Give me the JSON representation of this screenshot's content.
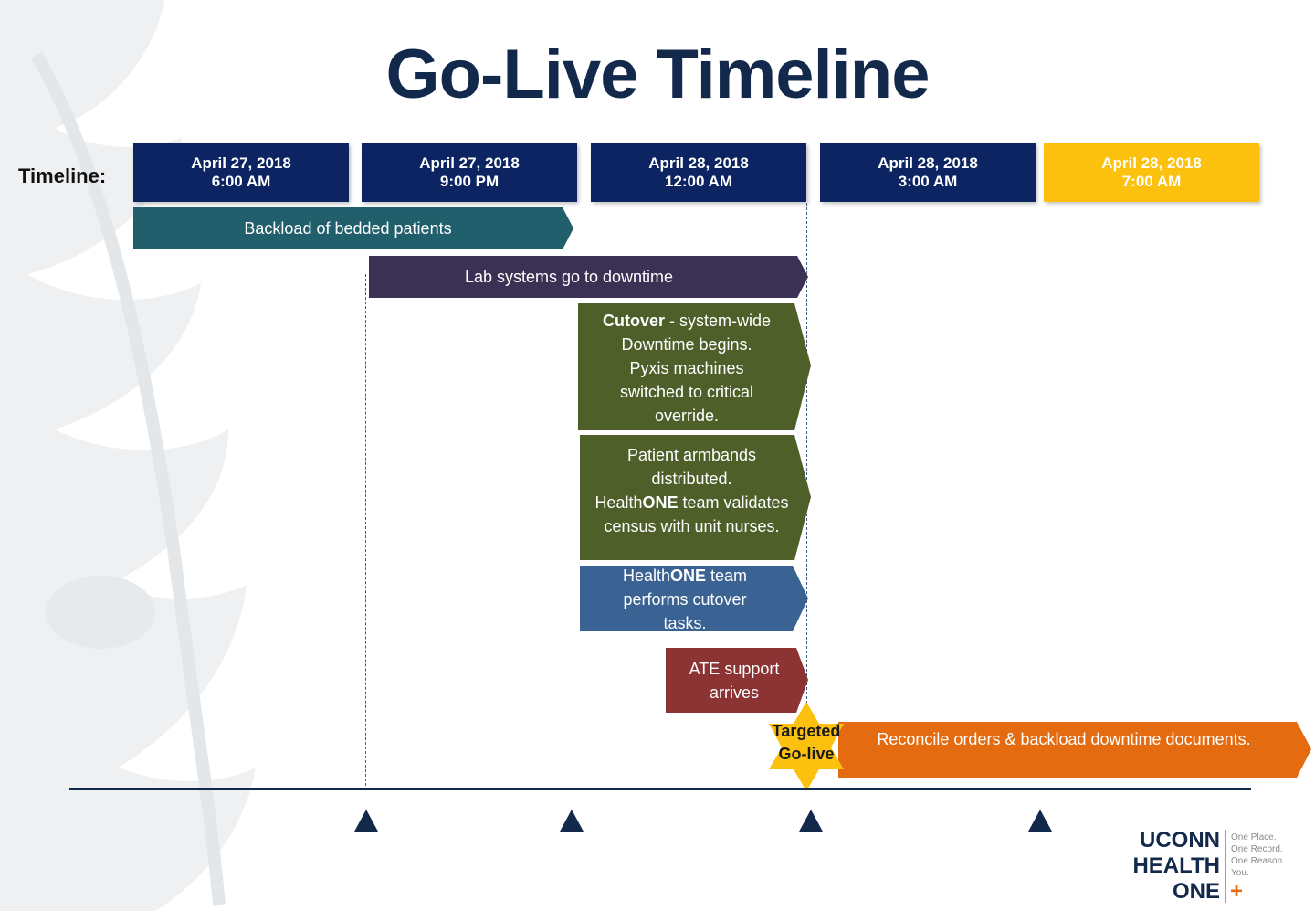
{
  "title": "Go-Live Timeline",
  "timeline_label": "Timeline:",
  "columns": [
    {
      "date": "April 27, 2018",
      "time": "6:00 AM"
    },
    {
      "date": "April 27, 2018",
      "time": "9:00 PM"
    },
    {
      "date": "April 28, 2018",
      "time": "12:00 AM"
    },
    {
      "date": "April 28, 2018",
      "time": "3:00 AM"
    },
    {
      "date": "April 28, 2018",
      "time": "7:00 AM"
    }
  ],
  "bars": {
    "backload": "Backload of bedded patients",
    "lab": "Lab systems go to downtime",
    "cutover": {
      "bold": "Cutover",
      "l1": " - system-wide",
      "l2": "Downtime begins.",
      "l3": "Pyxis machines",
      "l4": "switched to critical",
      "l5": "override."
    },
    "armbands": {
      "l1": "Patient armbands",
      "l2": "distributed.",
      "l3a": "Health",
      "l3b": "ONE",
      "l3c": " team validates",
      "l4": "census with unit nurses."
    },
    "healthone": {
      "l1a": "Health",
      "l1b": "ONE",
      "l1c": " team",
      "l2": "performs cutover",
      "l3": "tasks."
    },
    "ate": {
      "l1": "ATE support",
      "l2": "arrives"
    },
    "reconcile": "Reconcile orders & backload downtime documents."
  },
  "golive": {
    "l1": "Targeted",
    "l2": "Go-live"
  },
  "logo": {
    "line1": "UCONN",
    "line2": "HEALTH",
    "line3": "ONE",
    "plus": "+",
    "tag1": "One Place.",
    "tag2": "One Record.",
    "tag3": "One Reason.",
    "tag4": "You."
  },
  "colors": {
    "navy": "#0c2461",
    "gold": "#fcc10f",
    "teal": "#205f6b",
    "purple": "#3b3155",
    "green": "#4e5f29",
    "blue": "#3a6293",
    "maroon": "#8c3333",
    "orange": "#e46b10",
    "star": "#fcc10f"
  }
}
